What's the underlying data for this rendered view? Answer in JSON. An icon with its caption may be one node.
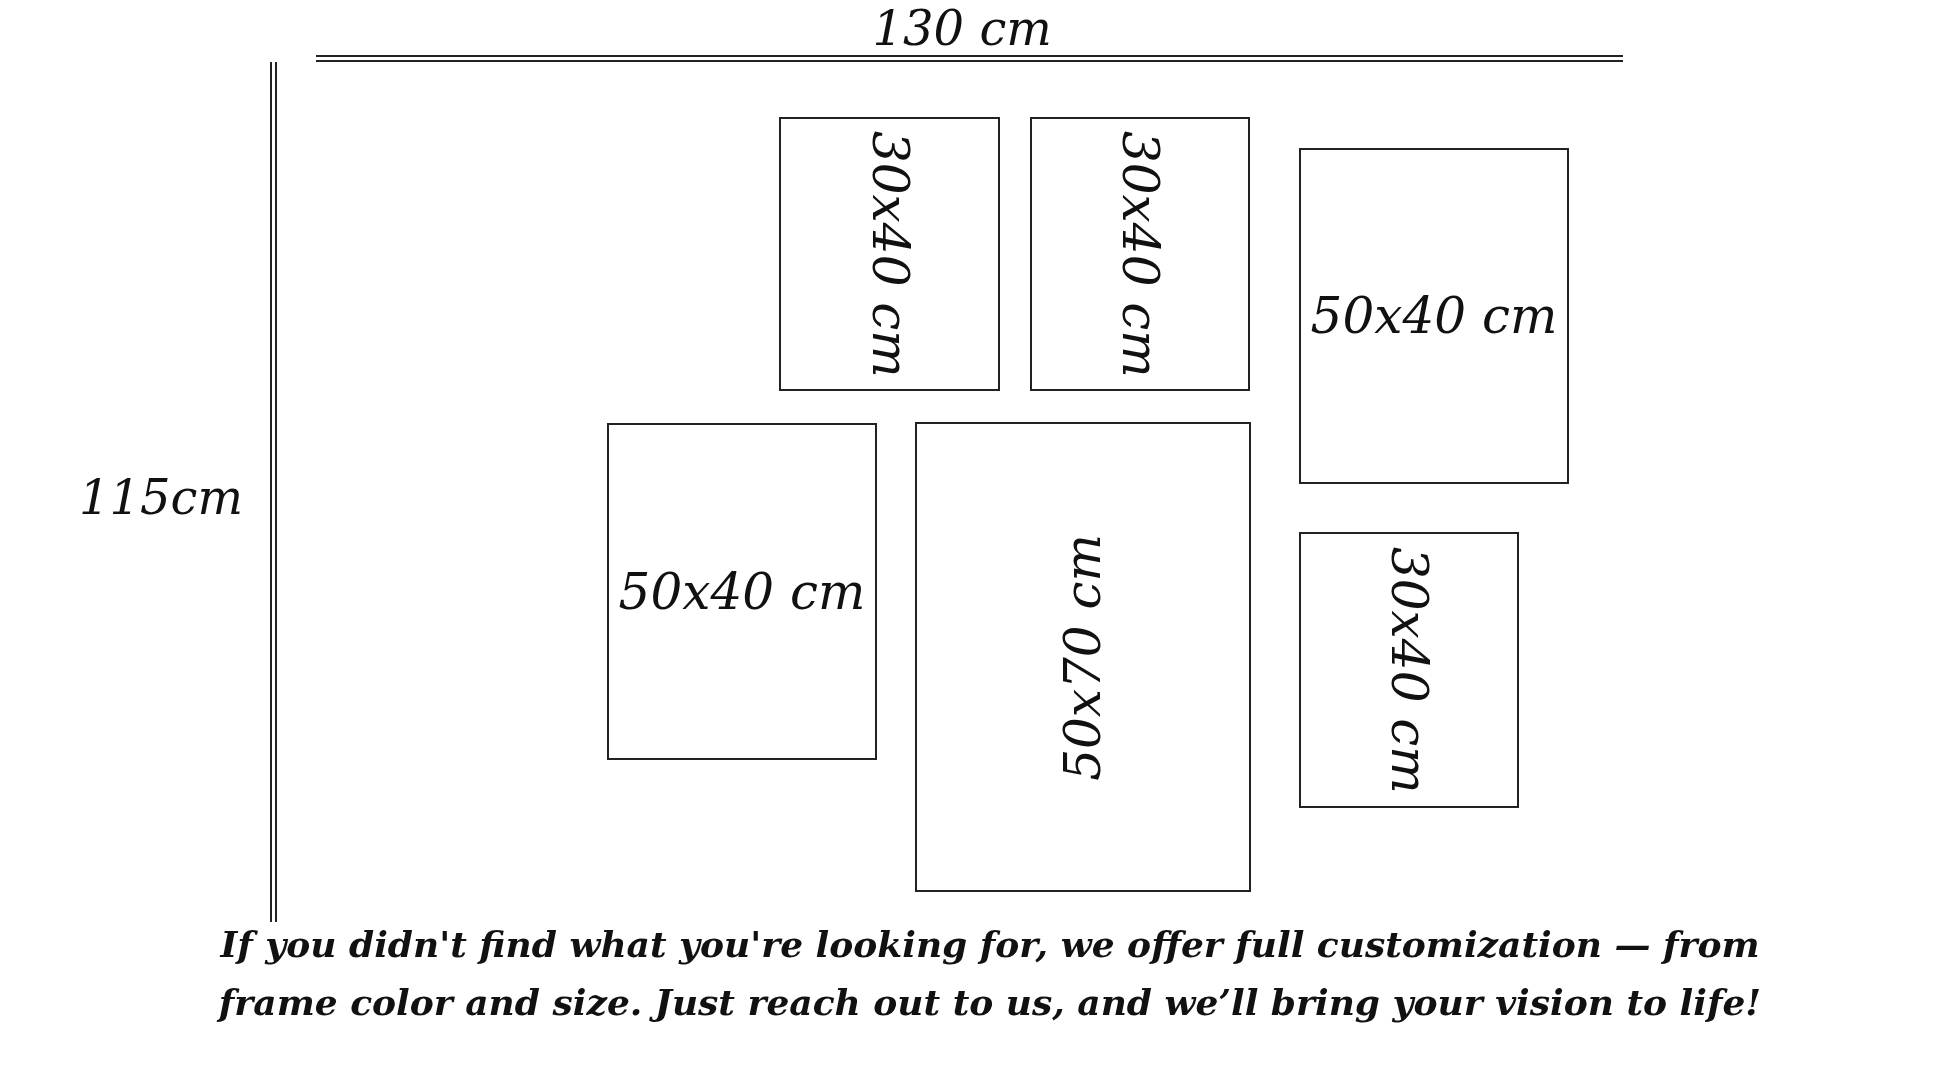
{
  "diagram": {
    "caption": "If you didn't find what you're looking for, we offer full customization — from frame color and size. Just reach out to us, and we’ll bring your vision to life!",
    "nodes": [
      {
        "text": [
          "30x40 cm"
        ]
      },
      {
        "text": [
          "30x40 cm"
        ]
      },
      {
        "text": [
          "50x40 cm"
        ]
      },
      {
        "text": [
          "50x40 cm"
        ]
      },
      {
        "text": [
          "50x70 cm"
        ]
      },
      {
        "text": [
          "30x40 cm"
        ]
      }
    ],
    "edges": [],
    "labels": [
      "130 cm",
      "115cm"
    ]
  }
}
